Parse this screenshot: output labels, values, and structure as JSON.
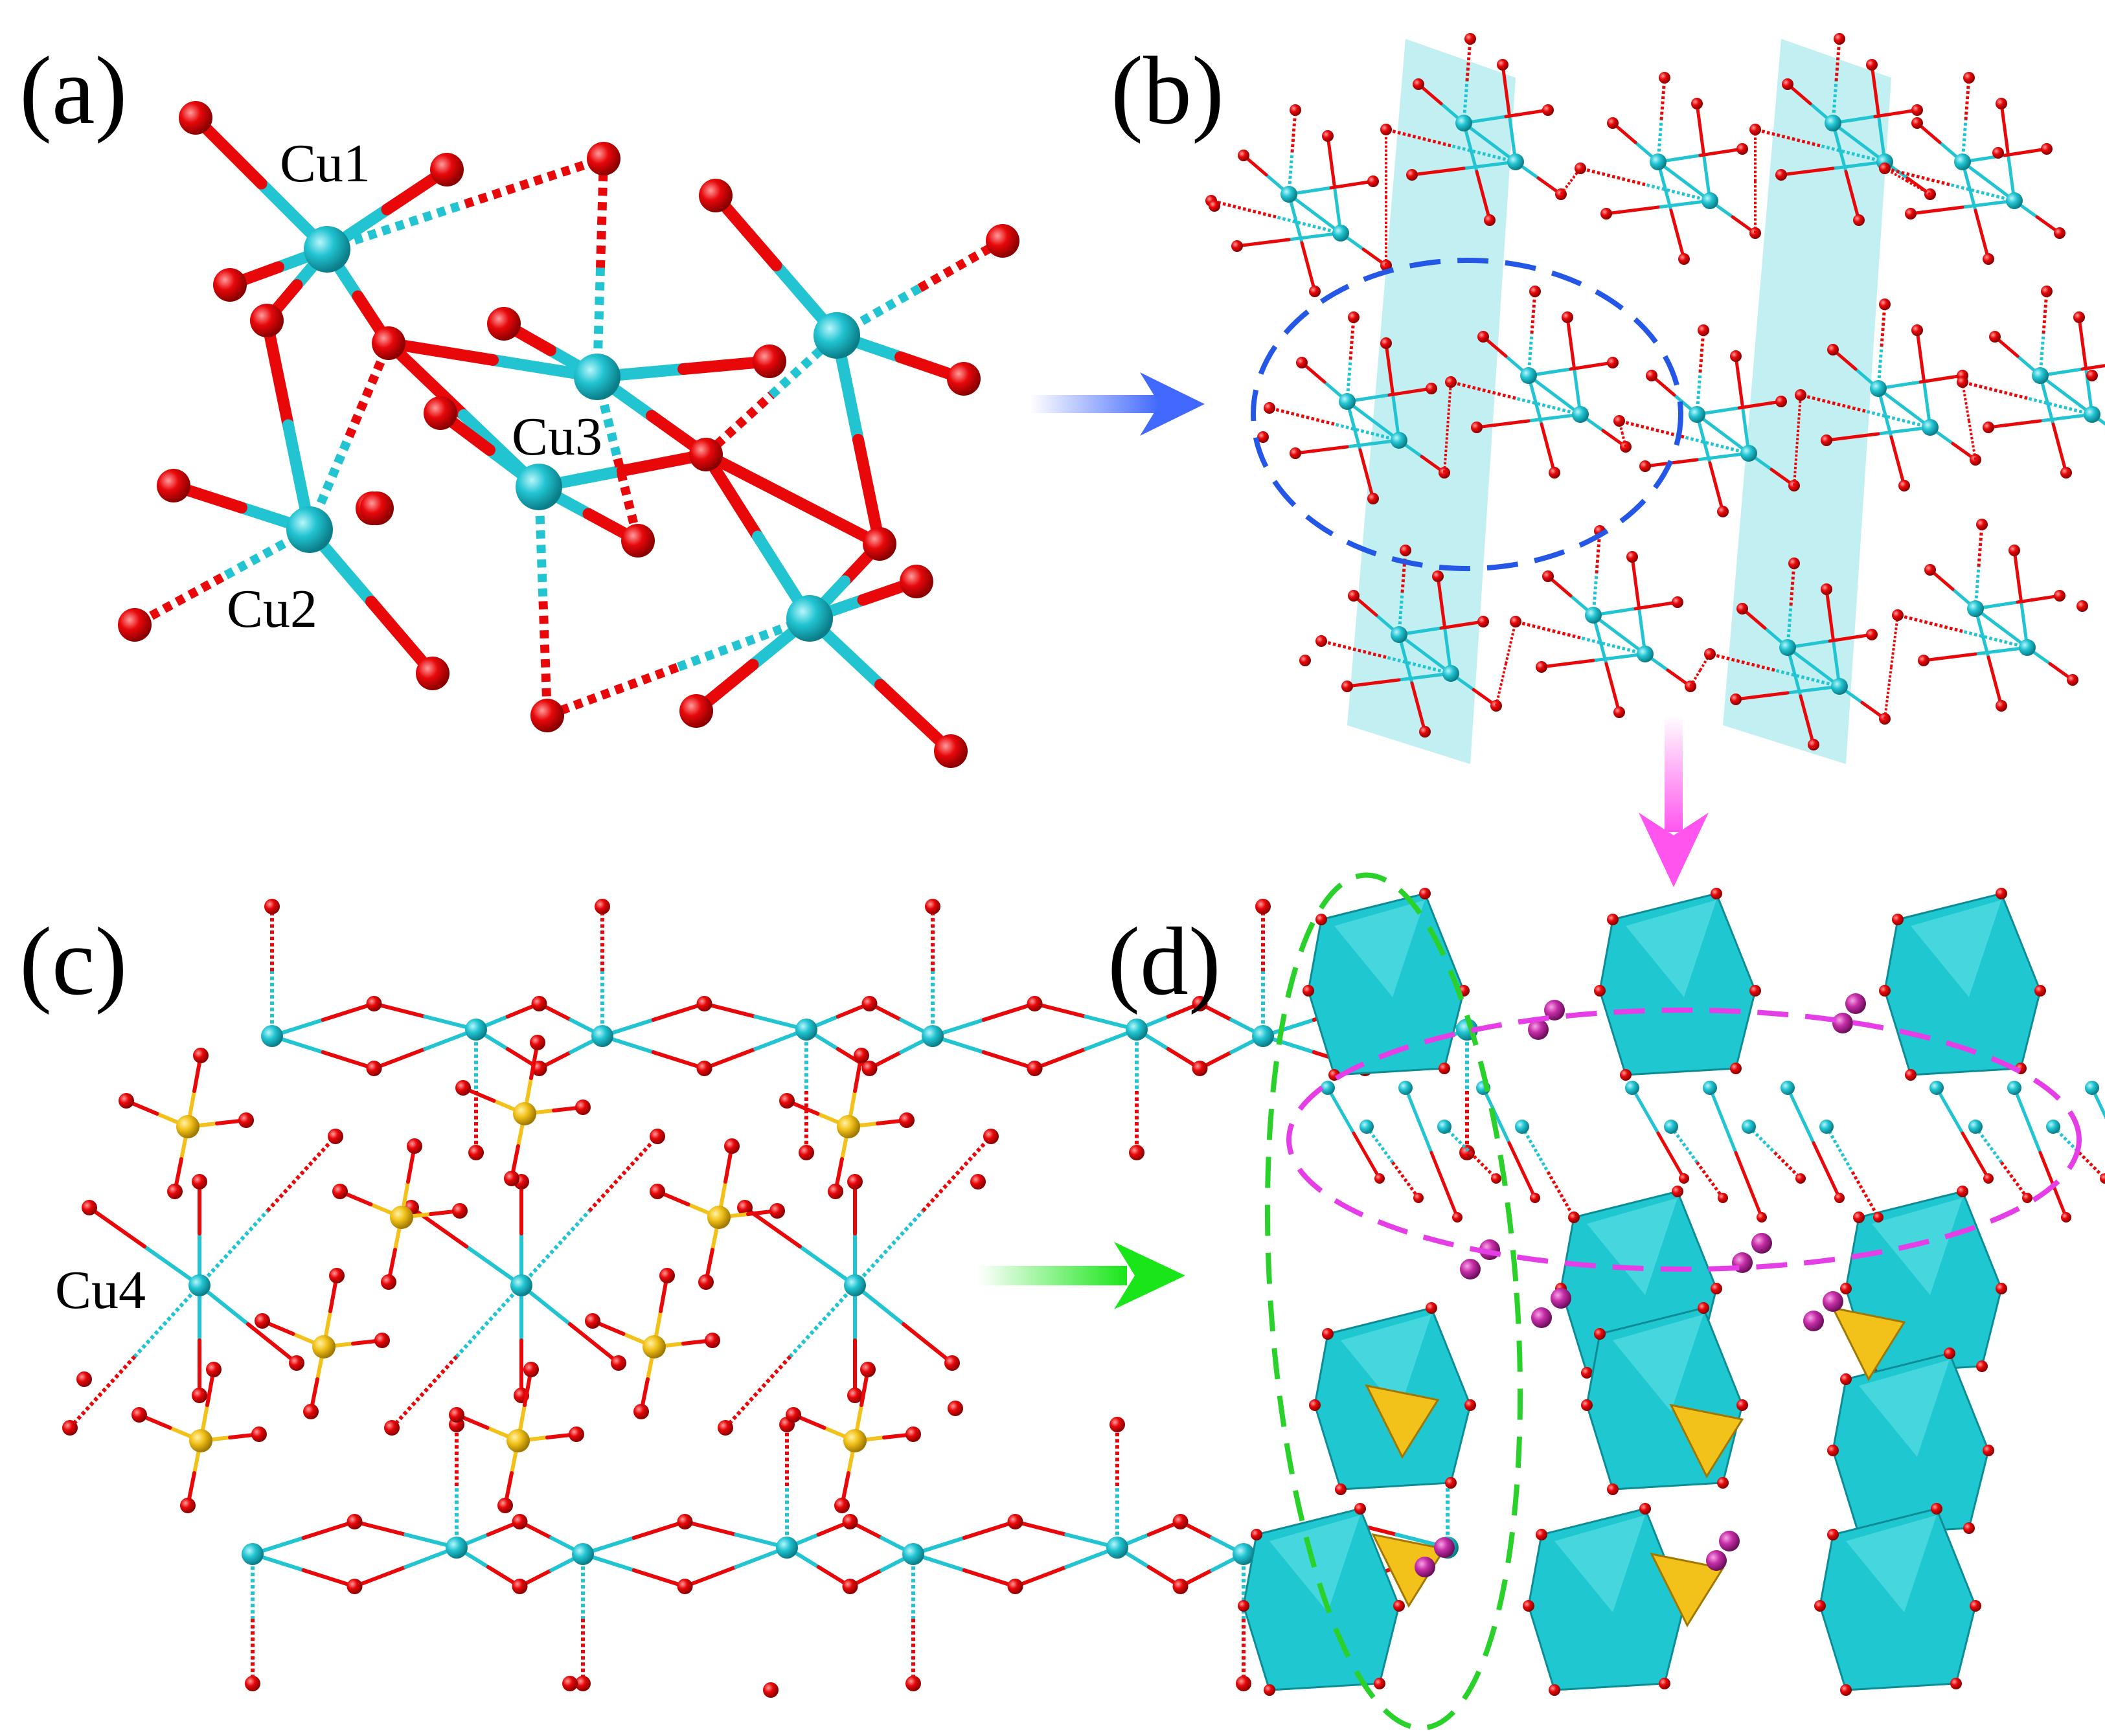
{
  "panels": {
    "a": {
      "label": "(a)",
      "atoms": [
        "Cu1",
        "Cu2",
        "Cu3"
      ]
    },
    "b": {
      "label": "(b)"
    },
    "c": {
      "label": "(c)",
      "atoms": [
        "Cu4"
      ]
    },
    "d": {
      "label": "(d)"
    }
  },
  "colors": {
    "copper": "#22c4d2",
    "oxygen": "#e8080a",
    "sulfur": "#f2c21a",
    "potassium": "#c62ea8",
    "polyhedron": "#1fc7d0",
    "arrow_ab": "#4169ff",
    "arrow_bd": "#ff55ee",
    "arrow_cd": "#19e619",
    "ellipse_blue": "#2457e6",
    "ellipse_green": "#2bd12b",
    "ellipse_magenta": "#e63ee6"
  }
}
